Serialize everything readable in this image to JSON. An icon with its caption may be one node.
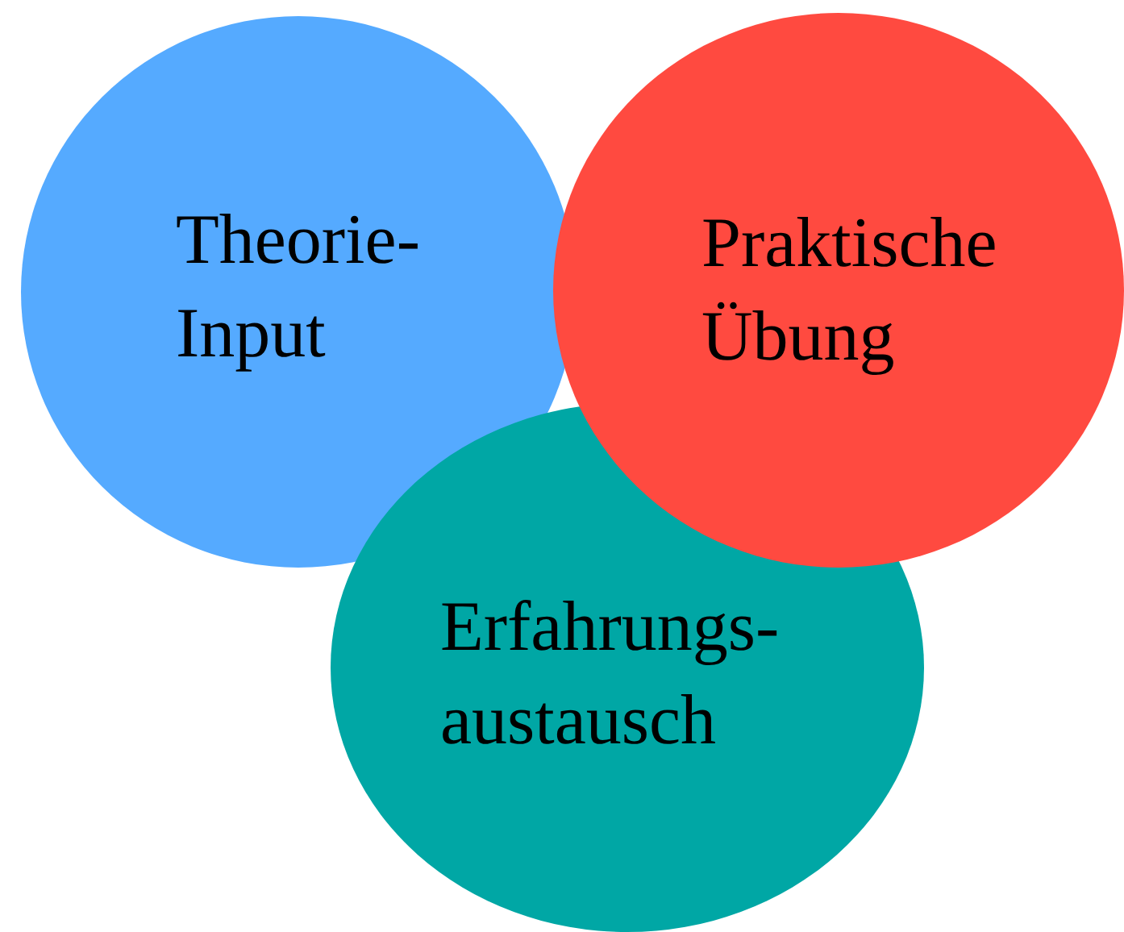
{
  "diagram": {
    "nodes": [
      {
        "text": [
          "Theorie- Input"
        ]
      },
      {
        "text": [
          "Erfahrungs- austausch"
        ]
      },
      {
        "text": [
          "Praktische Übung"
        ]
      }
    ]
  }
}
